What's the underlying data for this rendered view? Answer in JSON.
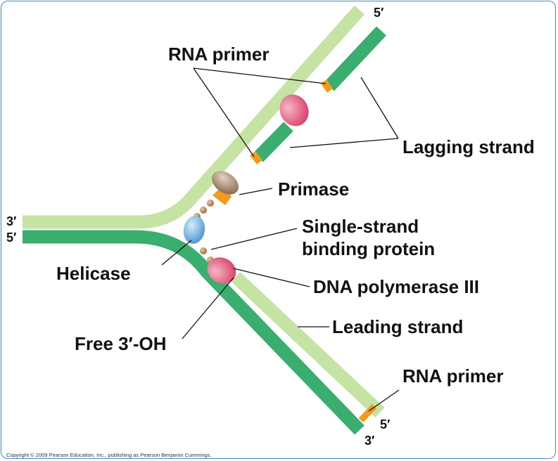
{
  "labels": {
    "rna_primer_top": "RNA primer",
    "lagging_strand": "Lagging strand",
    "primase": "Primase",
    "ssb_line1": "Single-strand",
    "ssb_line2": "binding protein",
    "helicase": "Helicase",
    "dna_pol_iii": "DNA polymerase III",
    "free_3oh": "Free 3′-OH",
    "leading_strand": "Leading strand",
    "rna_primer_bottom": "RNA primer"
  },
  "ends": {
    "top_right": "5′",
    "left_upper": "3′",
    "left_lower": "5′",
    "bottom_inner": "5′",
    "bottom_outer": "3′"
  },
  "copyright": "Copyright © 2009 Pearson Education, Inc., publishing as Pearson Benjamin Cummings.",
  "colors": {
    "light_strand": "#c5e3a3",
    "dark_strand": "#3aae6f",
    "rna_primer": "#f39a21",
    "dna_polymerase": "#e8607c",
    "helicase": "#7cb9e2",
    "primase": "#a68b74",
    "ssb": "#a77b55",
    "frame": "#4a87c7"
  }
}
